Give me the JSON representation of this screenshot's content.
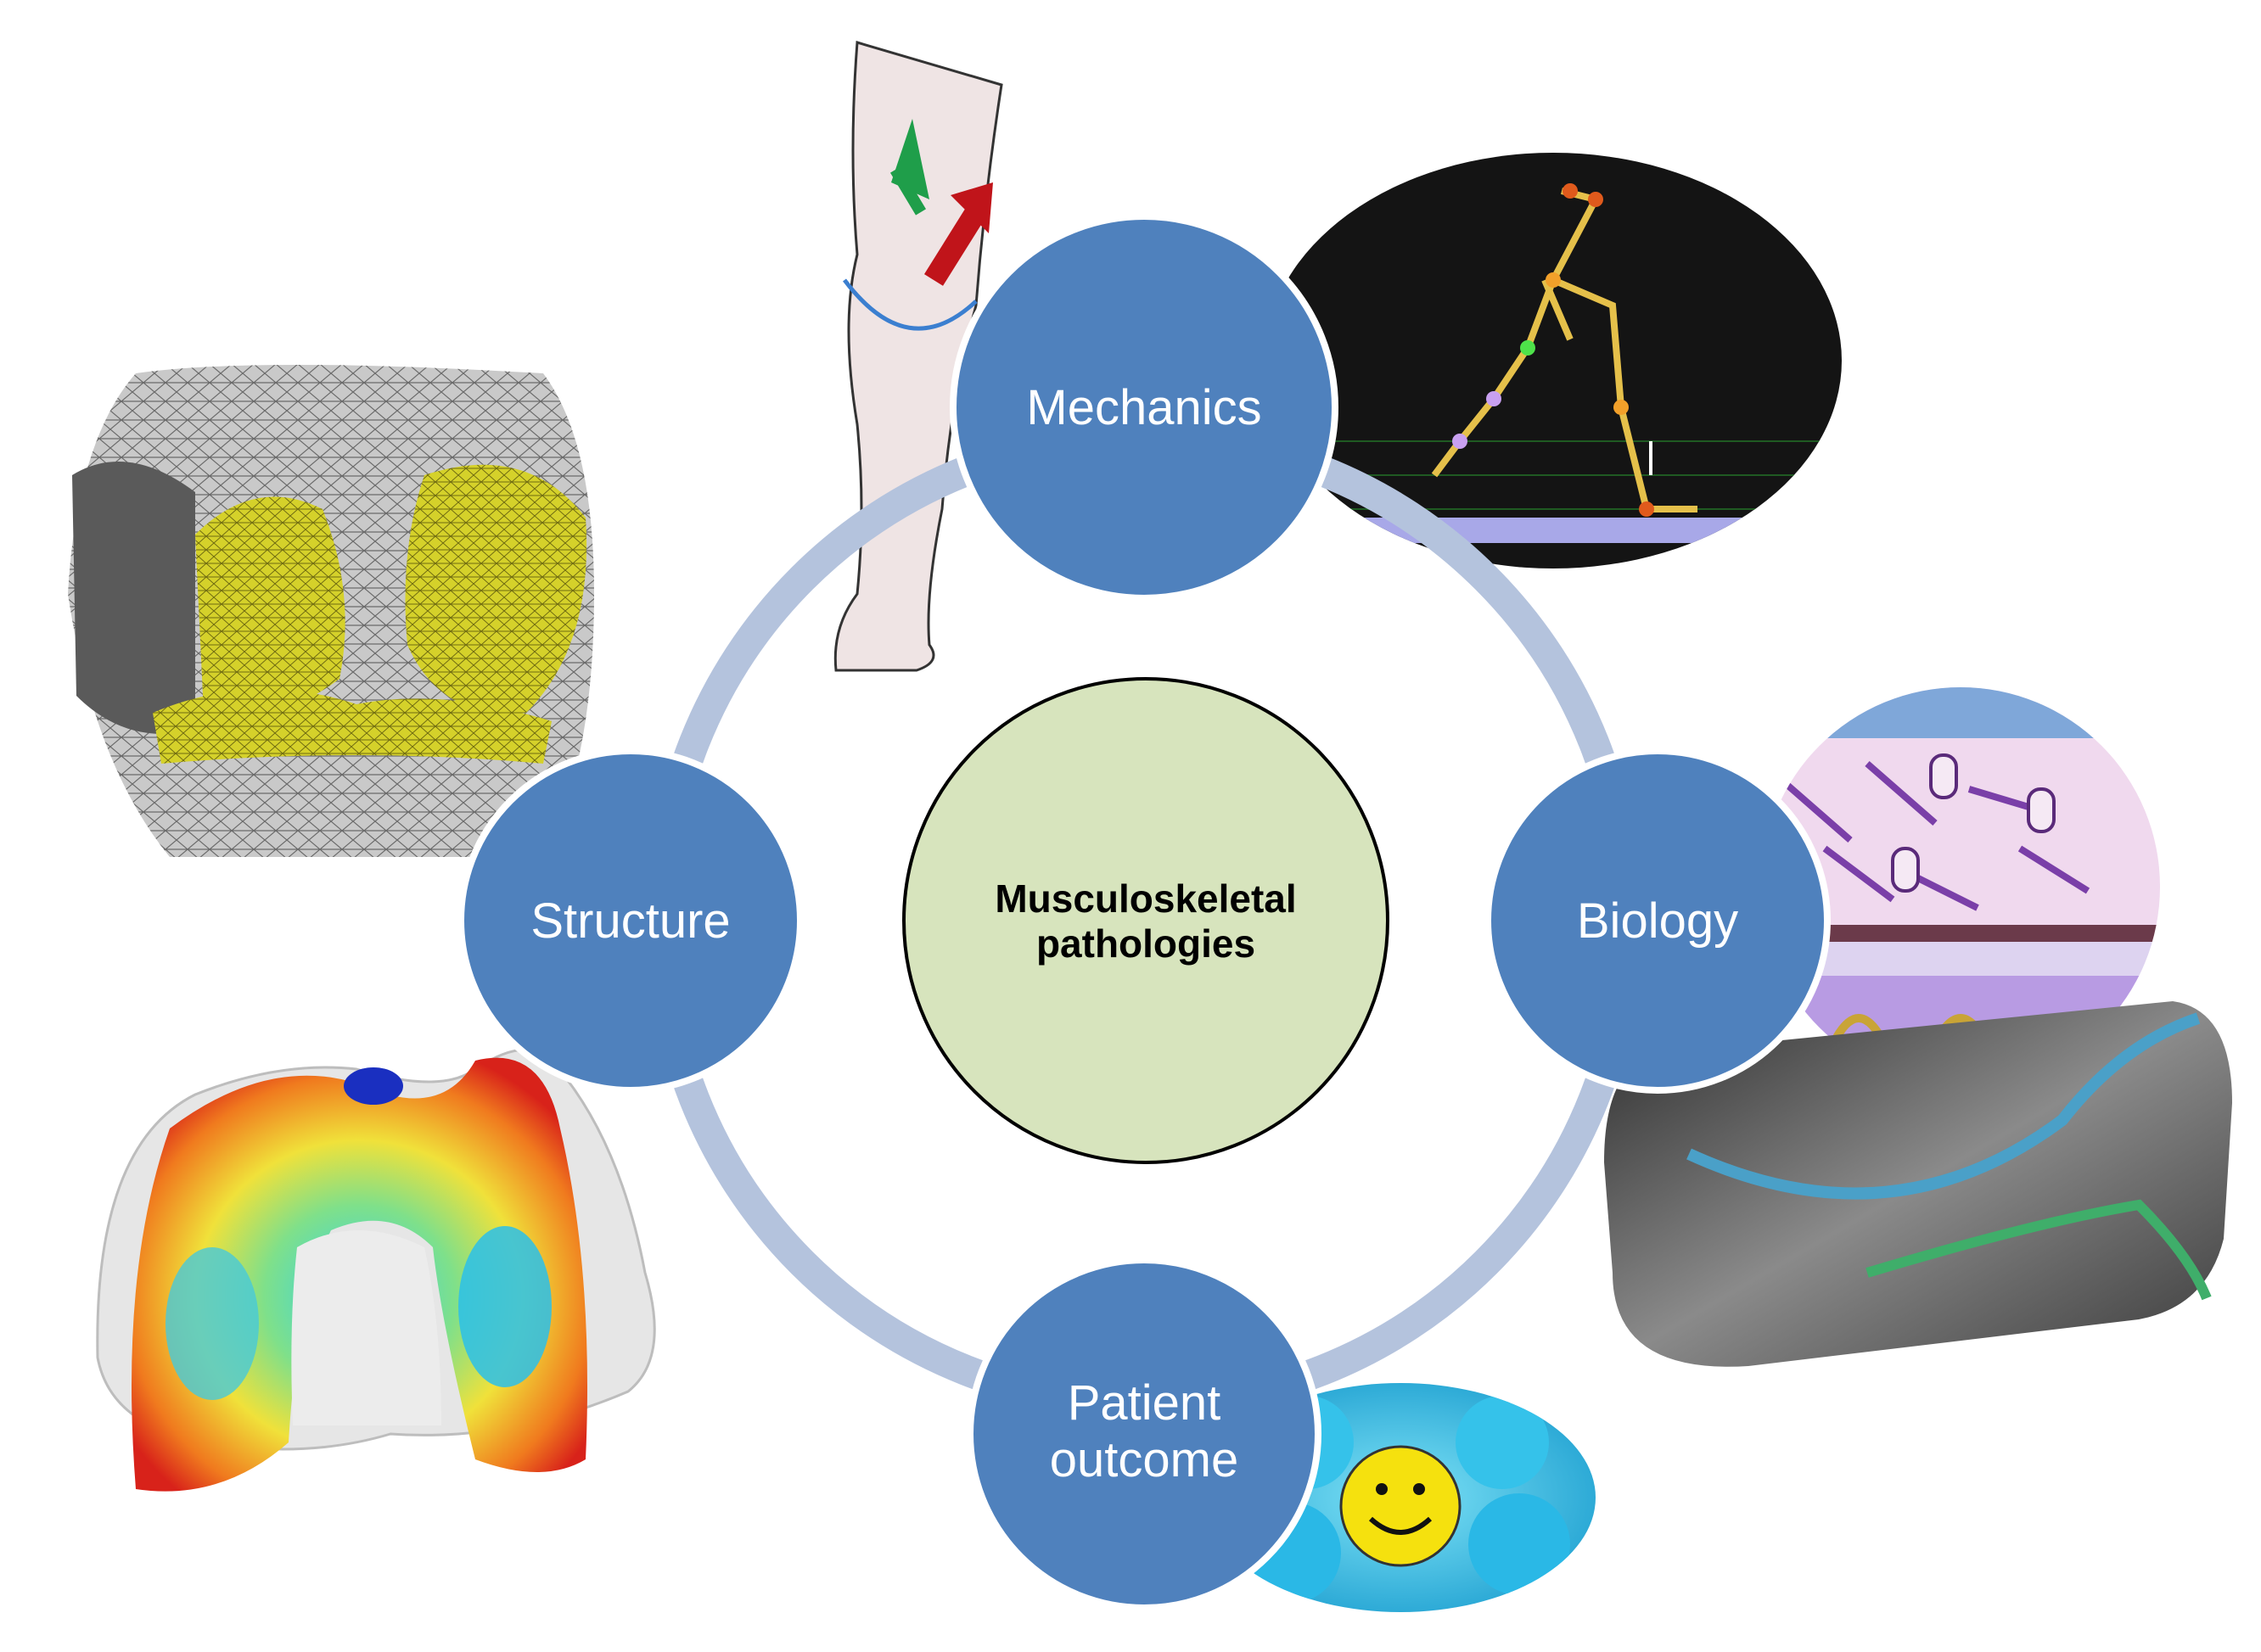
{
  "diagram": {
    "center": {
      "line1": "Musculoskeletal",
      "line2": "pathologies",
      "fill": "#d7e4bd"
    },
    "nodes": {
      "mechanics": {
        "label": "Mechanics"
      },
      "biology": {
        "label": "Biology"
      },
      "structure": {
        "label": "Structure"
      },
      "patient_outcome": {
        "line1": "Patient",
        "line2": "outcome"
      }
    },
    "colors": {
      "node_fill": "#4f81bd",
      "ring": "#b4c3dd"
    },
    "illustrations": {
      "leg": "leg-muscle-force-illustration",
      "gait": "gait-skeleton-model-image",
      "knee_mesh": "knee-finite-element-mesh-image",
      "cartilage_map": "femoral-cartilage-thickness-map-image",
      "cartilage_cells": "cartilage-tissue-histology-illustration",
      "mri": "knee-mri-segmentation-image",
      "smileys": "patient-smiley-faces-image"
    }
  }
}
